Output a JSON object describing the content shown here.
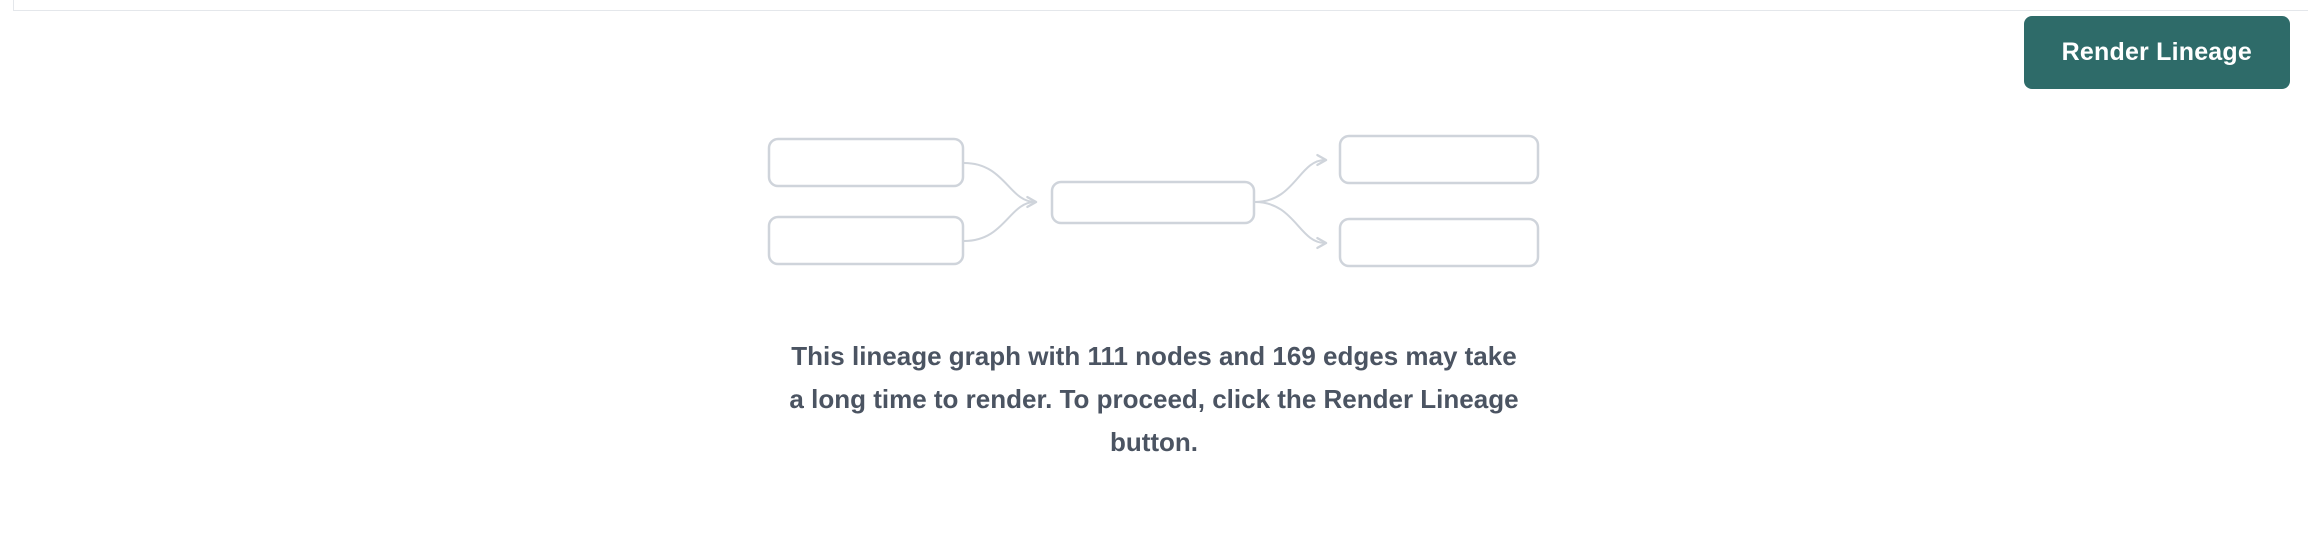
{
  "panel": {
    "render_button": {
      "label": "Render Lineage",
      "background_color": "#2e6b69",
      "text_color": "#ffffff"
    }
  },
  "message": {
    "lines": [
      "This lineage graph with 111 nodes and 169 edges may take",
      "a long time to render. To proceed, click the Render Lineage",
      "button."
    ],
    "node_count": 111,
    "edge_count": 169
  },
  "illustration": {
    "name": "lineage-graph-placeholder",
    "node_border_color": "#cfd4db",
    "connector_color": "#cfd4db"
  },
  "colors": {
    "accent_teal": "#2e6b69",
    "text_gray": "#4b5462",
    "border_gray": "#e4e7eb",
    "placeholder_gray": "#cfd4db"
  }
}
